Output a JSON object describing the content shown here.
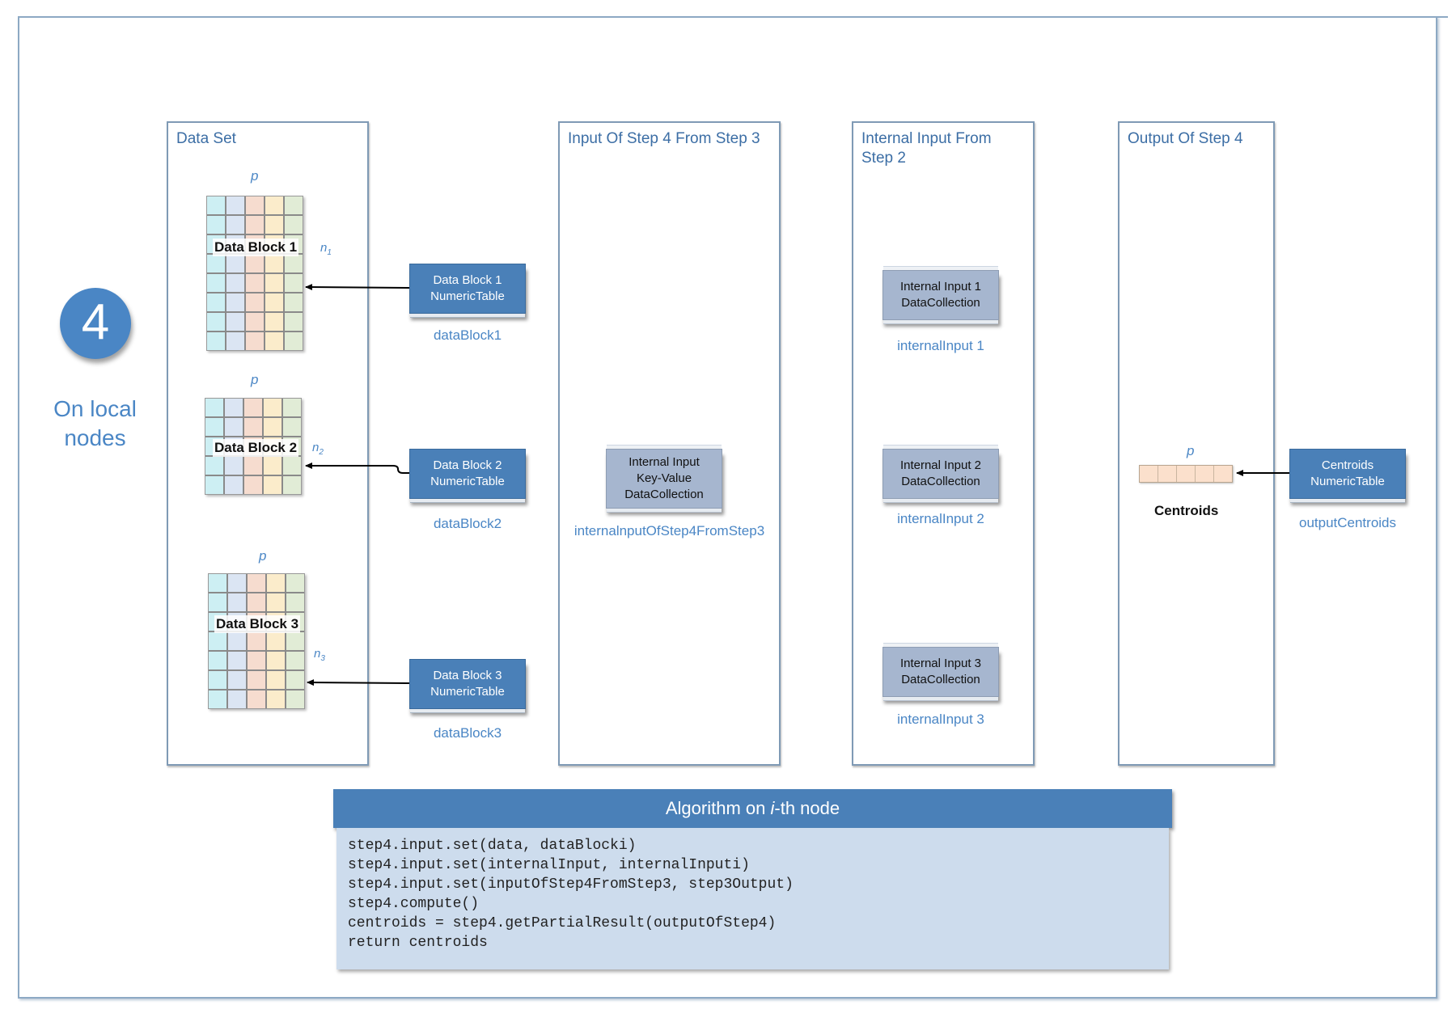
{
  "step_number": "4",
  "location_label": "On local\nnodes",
  "panels": {
    "data_set": {
      "title": "Data Set"
    },
    "input_step3": {
      "title": "Input Of Step 4 From Step 3"
    },
    "internal_input": {
      "title": "Internal Input From\nStep 2"
    },
    "output": {
      "title": "Output Of Step 4"
    }
  },
  "data_blocks": [
    {
      "label": "Data Block 1",
      "p": "p",
      "n": "n",
      "n_sub": "1",
      "node_label": "Data Block 1\nNumericTable",
      "caption": "dataBlock1"
    },
    {
      "label": "Data Block 2",
      "p": "p",
      "n": "n",
      "n_sub": "2",
      "node_label": "Data Block 2\nNumericTable",
      "caption": "dataBlock2"
    },
    {
      "label": "Data Block 3",
      "p": "p",
      "n": "n",
      "n_sub": "3",
      "node_label": "Data Block 3\nNumericTable",
      "caption": "dataBlock3"
    }
  ],
  "column_colors": [
    "#cdeff3",
    "#dbe5f3",
    "#f6dccf",
    "#fbeccb",
    "#e1ecd6"
  ],
  "kv_input": {
    "node_label": "Internal Input\nKey-Value\nDataCollection",
    "caption": "internalnputOfStep4FromStep3"
  },
  "internal_inputs": [
    {
      "node_label": "Internal Input 1\nDataCollection",
      "caption": "internalInput 1"
    },
    {
      "node_label": "Internal Input 2\nDataCollection",
      "caption": "internalInput 2"
    },
    {
      "node_label": "Internal Input 3\nDataCollection",
      "caption": "internalInput 3"
    }
  ],
  "output_result": {
    "p": "p",
    "table_label": "Centroids",
    "node_label": "Centroids\nNumericTable",
    "caption": "outputCentroids"
  },
  "algorithm": {
    "title_pre": "Algorithm on ",
    "title_i": "i",
    "title_post": "-th node",
    "code": "step4.input.set(data, dataBlocki)\nstep4.input.set(internalInput, internalInputi)\nstep4.input.set(inputOfStep4FromStep3, step3Output)\nstep4.compute()\ncentroids = step4.getPartialResult(outputOfStep4)\nreturn centroids"
  }
}
